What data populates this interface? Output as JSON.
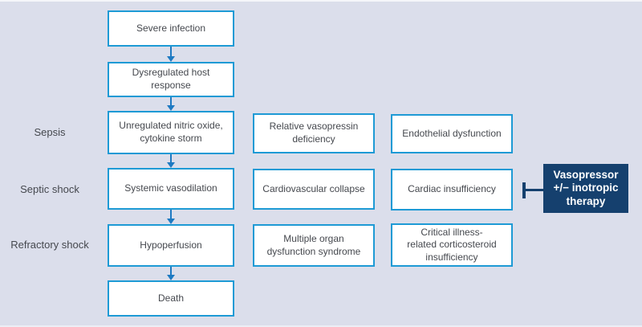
{
  "palette": {
    "background": "#dbdeeb",
    "box-fill": "#ffffff",
    "box-border": "#1e9ad5",
    "arrow": "#1e7ac2",
    "navy": "#15406e",
    "text": "#45484e",
    "therapy-text": "#ffffff"
  },
  "row_labels": [
    {
      "id": "sepsis",
      "label": "Sepsis"
    },
    {
      "id": "septic-shock",
      "label": "Septic shock"
    },
    {
      "id": "refractory-shock",
      "label": "Refractory shock"
    }
  ],
  "nodes": [
    {
      "id": "severe-infection",
      "label": "Severe infection"
    },
    {
      "id": "dysregulated-host-response",
      "label": "Dysregulated host\nresponse"
    },
    {
      "id": "unregulated-nitric-oxide",
      "label": "Unregulated nitric oxide,\ncytokine storm"
    },
    {
      "id": "relative-vasopressin-deficiency",
      "label": "Relative vasopressin\ndeficiency"
    },
    {
      "id": "endothelial-dysfunction",
      "label": "Endothelial dysfunction"
    },
    {
      "id": "systemic-vasodilation",
      "label": "Systemic vasodilation"
    },
    {
      "id": "cardiovascular-collapse",
      "label": "Cardiovascular collapse"
    },
    {
      "id": "cardiac-insufficiency",
      "label": "Cardiac insufficiency"
    },
    {
      "id": "hypoperfusion",
      "label": "Hypoperfusion"
    },
    {
      "id": "multiple-organ-dysfunction",
      "label": "Multiple organ\ndysfunction syndrome"
    },
    {
      "id": "critical-illness-corticosteroid",
      "label": "Critical illness-\nrelated corticosteroid\ninsufficiency"
    },
    {
      "id": "death",
      "label": "Death"
    }
  ],
  "therapy": {
    "label": "Vasopressor\n+/− inotropic\ntherapy"
  },
  "edges": [
    {
      "from": "severe-infection",
      "to": "dysregulated-host-response",
      "type": "arrow"
    },
    {
      "from": "dysregulated-host-response",
      "to": "unregulated-nitric-oxide",
      "type": "arrow"
    },
    {
      "from": "unregulated-nitric-oxide",
      "to": "systemic-vasodilation",
      "type": "arrow"
    },
    {
      "from": "systemic-vasodilation",
      "to": "hypoperfusion",
      "type": "arrow"
    },
    {
      "from": "hypoperfusion",
      "to": "death",
      "type": "arrow"
    },
    {
      "from": "therapy",
      "to": "cardiac-insufficiency",
      "type": "inhibits"
    }
  ]
}
